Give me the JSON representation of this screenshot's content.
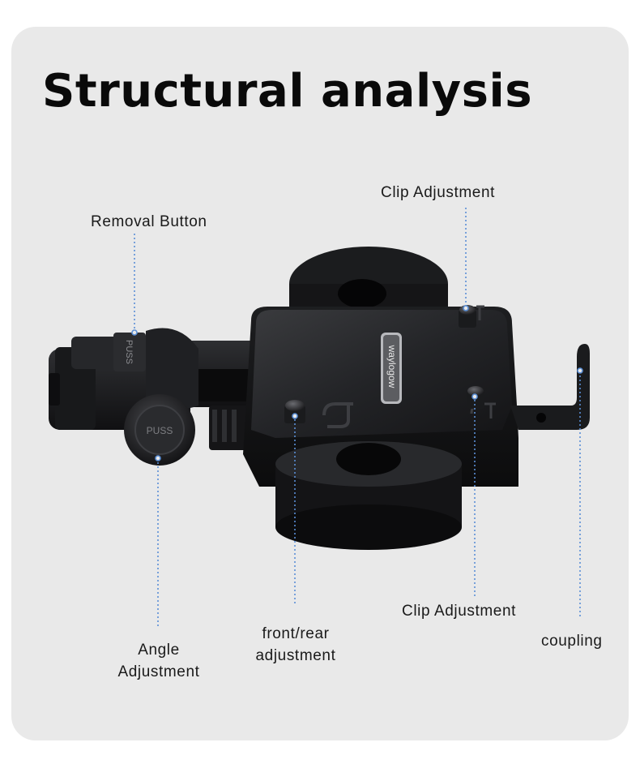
{
  "page": {
    "title": "Structural analysis",
    "background": "#e9e9e9",
    "accent": "#5b8fd6"
  },
  "labels": {
    "clip_adjustment_top": "Clip Adjustment",
    "removal_button": "Removal Button",
    "clip_adjustment_bottom": "Clip Adjustment",
    "coupling": "coupling",
    "front_rear": [
      "front/rear",
      "adjustment"
    ],
    "angle": [
      "Angle",
      "Adjustment"
    ]
  },
  "product": {
    "brand_logo": "waylogow",
    "knob_text": "PUSS",
    "button_text": "PUSS"
  }
}
